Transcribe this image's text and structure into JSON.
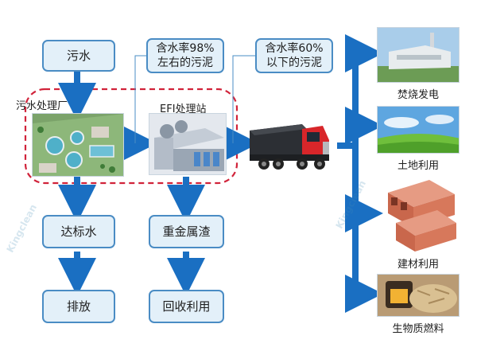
{
  "colors": {
    "accent": "#1a6fc2",
    "box_fill": "#e3f0f9",
    "box_border": "#4a8cc4",
    "dashed_border": "#d1233a"
  },
  "flow": {
    "sewage": "污水",
    "compliant_water": "达标水",
    "discharge": "排放",
    "heavy_metal": "重金属渣",
    "recycle": "回收利用",
    "moisture_98": "含水率98%\n左右的污泥",
    "moisture_60": "含水率60%\n以下的污泥",
    "plant_label": "污水处理厂",
    "efi_label": "EFI处理站"
  },
  "outcomes": [
    {
      "label": "焚烧发电",
      "icon": "incineration-plant-photo"
    },
    {
      "label": "土地利用",
      "icon": "green-field-photo"
    },
    {
      "label": "建材利用",
      "icon": "bricks-photo"
    },
    {
      "label": "生物质燃料",
      "icon": "biomass-fuel-photo"
    }
  ],
  "watermark": "Kingclean"
}
